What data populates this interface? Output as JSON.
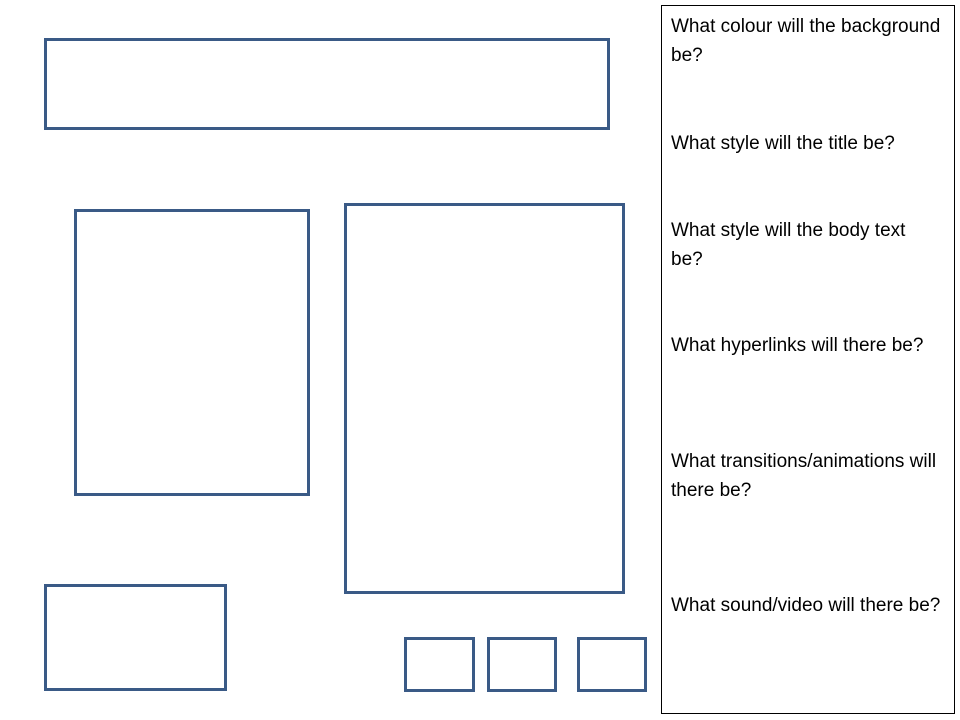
{
  "colors": {
    "placeholder_border": "#3a5a86",
    "notes_border": "#000000",
    "background": "#ffffff"
  },
  "notes": {
    "questions": [
      "What colour will the background be?",
      "What style will the title be?",
      "What style will the body text be?",
      "What hyperlinks will there be?",
      "What transitions/animations will there be?",
      "What sound/video will there be?"
    ]
  }
}
